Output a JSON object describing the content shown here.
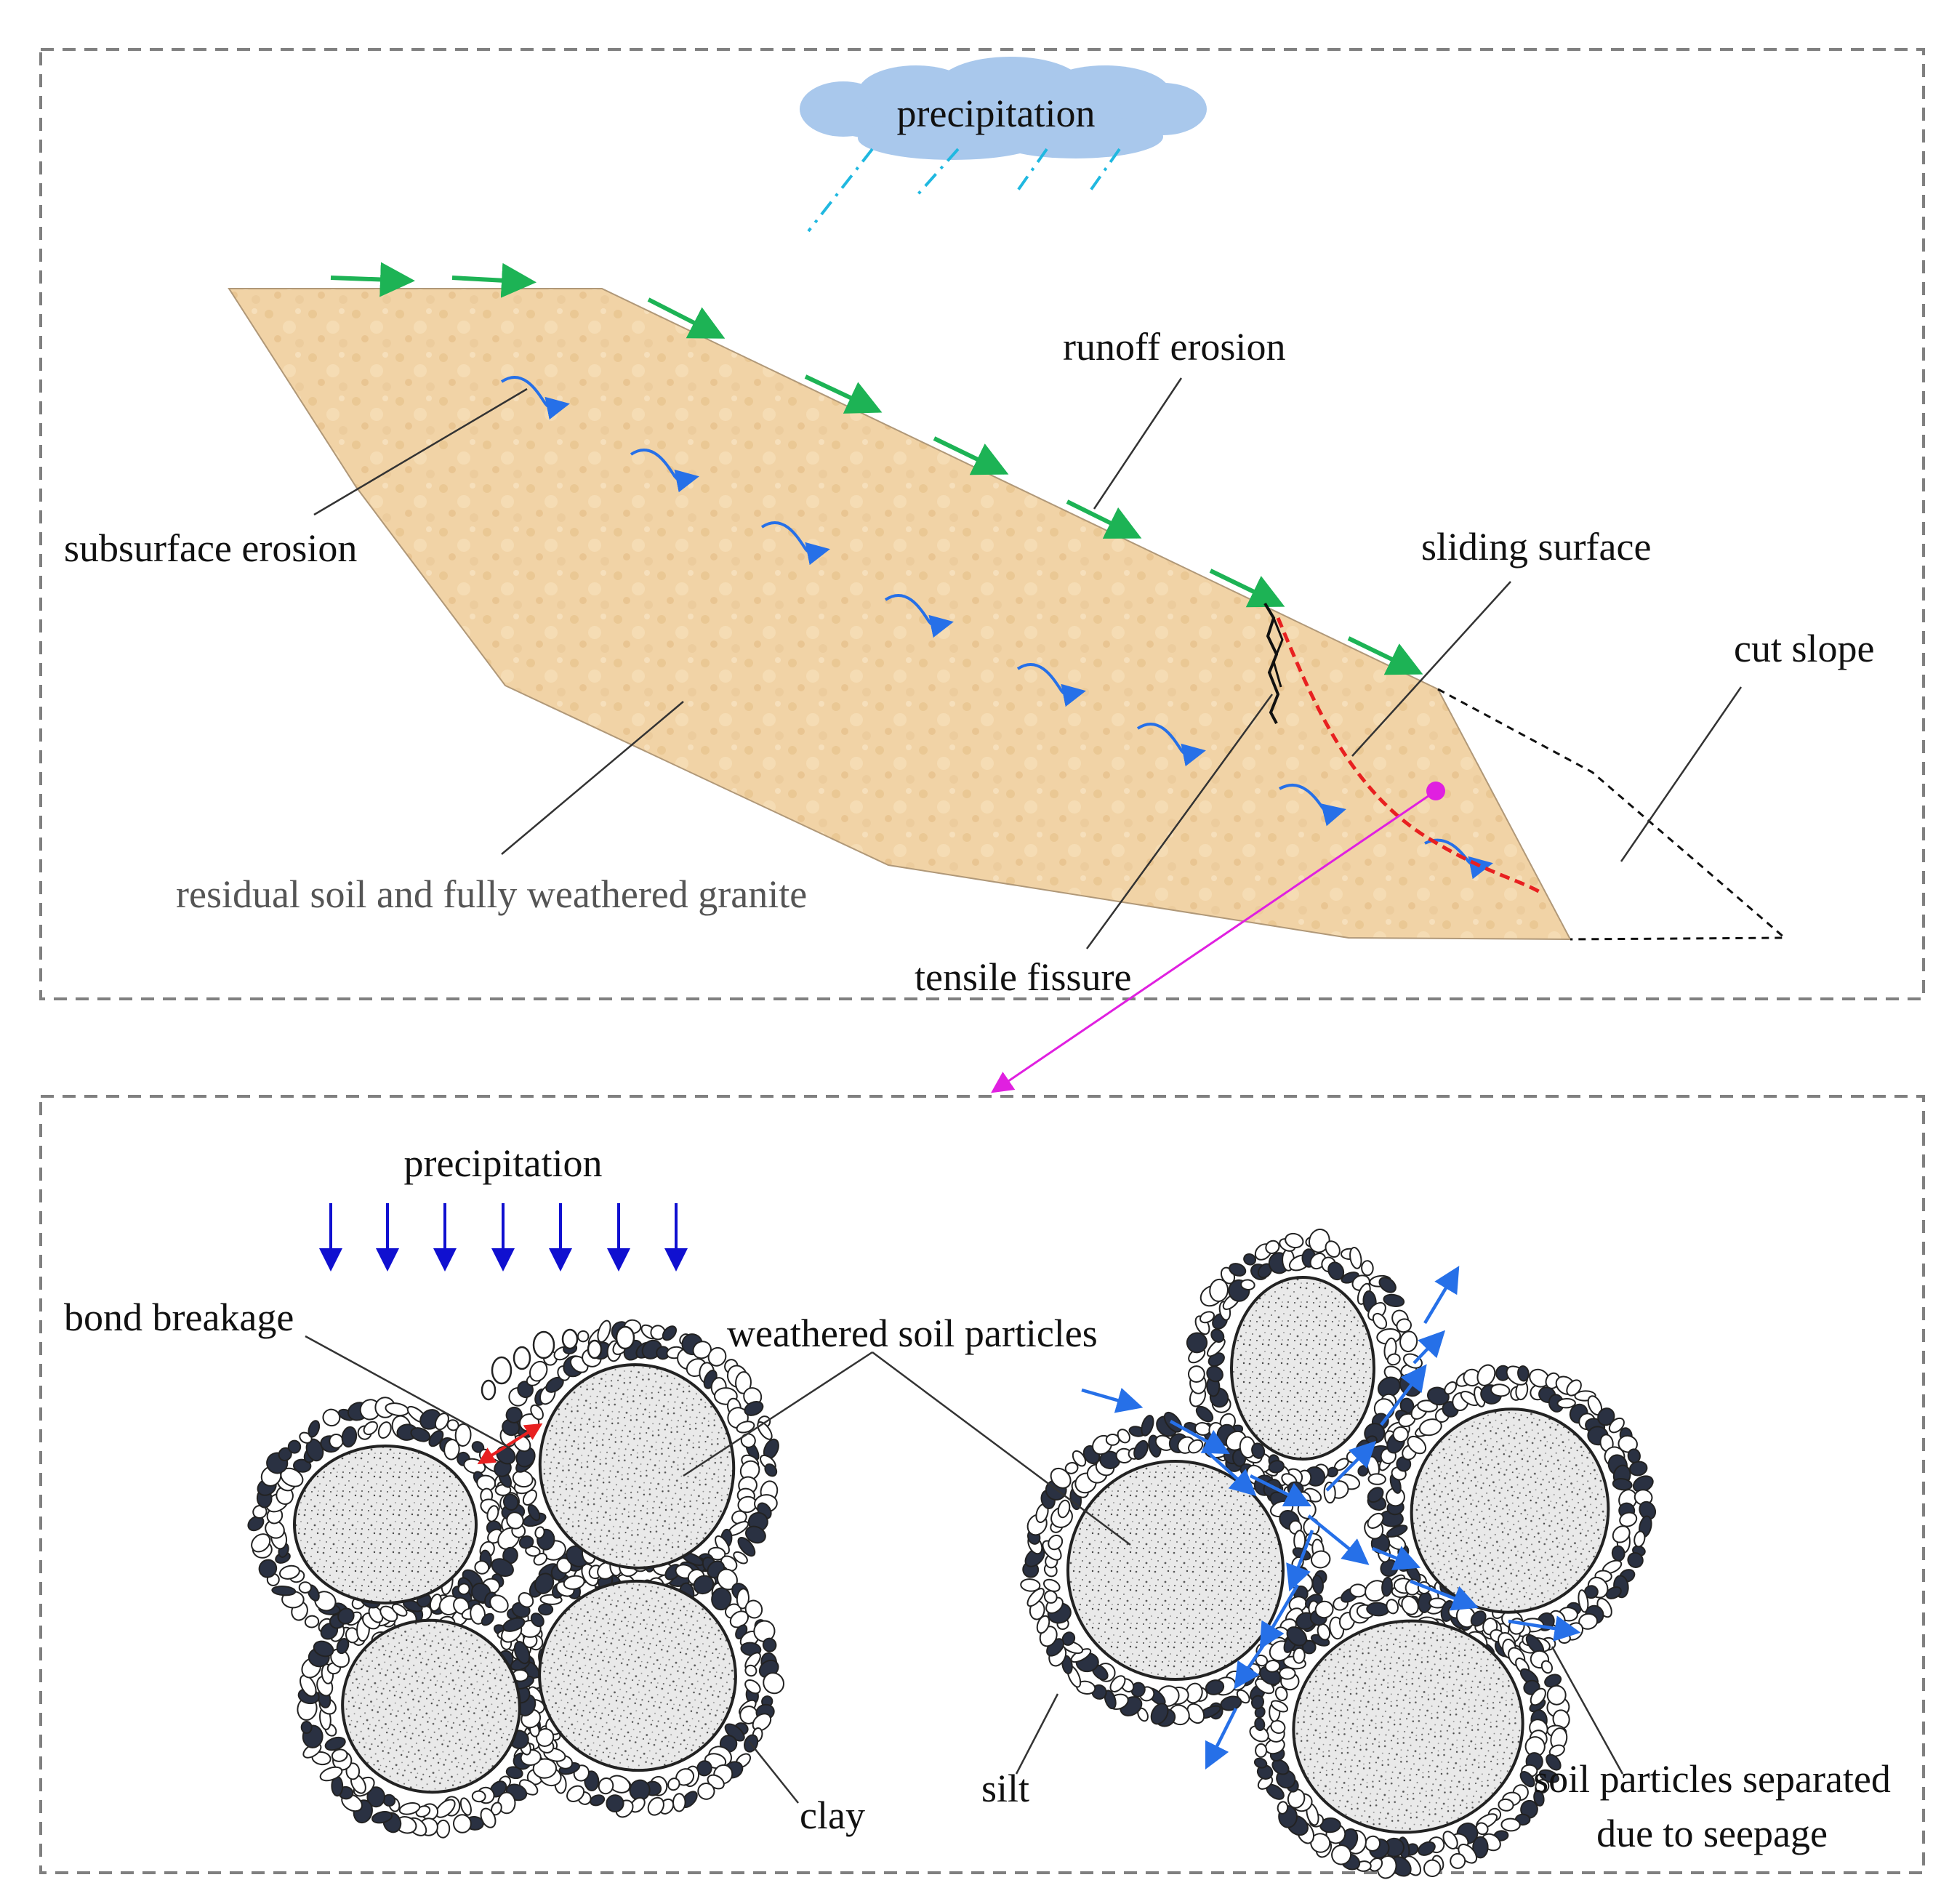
{
  "top_panel": {
    "cloud_label": "precipitation",
    "labels": {
      "runoff_erosion": "runoff erosion",
      "subsurface_erosion": "subsurface erosion",
      "sliding_surface": "sliding surface",
      "cut_slope": "cut slope",
      "residual_soil": "residual soil and fully weathered granite",
      "tensile_fissure": "tensile fissure"
    }
  },
  "bottom_panel": {
    "precipitation_label": "precipitation",
    "labels": {
      "bond_breakage": "bond breakage",
      "weathered_soil_particles": "weathered soil particles",
      "clay": "clay",
      "silt": "silt",
      "separated_line1": "soil particles separated",
      "separated_line2": "due to seepage"
    }
  },
  "colors": {
    "soil_fill": "#f0d0a0",
    "runoff_arrow": "#1db355",
    "seepage_arrow": "#2670e8",
    "precip_arrow": "#1010d0",
    "sliding_surface": "#e82020",
    "connector": "#e020e0",
    "cloud": "#a9c8ec",
    "rain": "#20b8e0",
    "clay_grain": "#2a3142",
    "frame": "#808080"
  }
}
